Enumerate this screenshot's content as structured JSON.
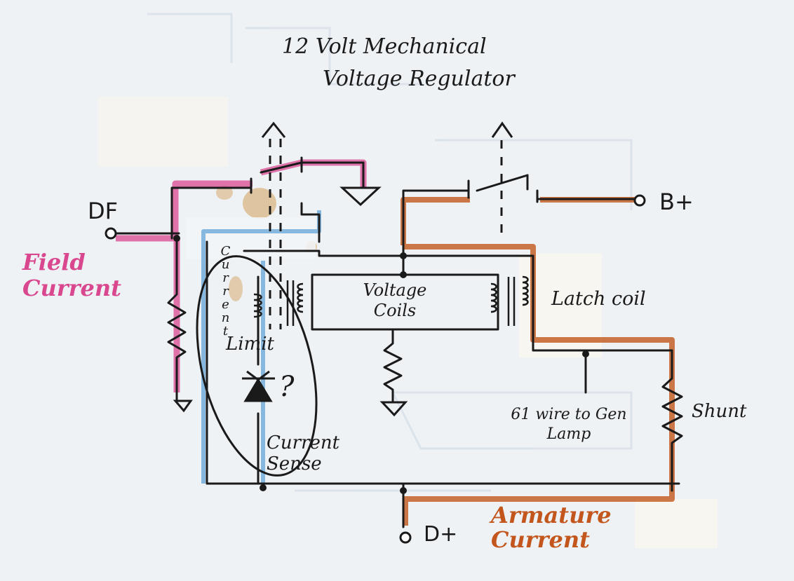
{
  "title_line1": "12 Volt Mechanical",
  "title_line2": "Voltage Regulator",
  "labels": {
    "df": "DF",
    "field_current": "Field Current",
    "b_plus": "B+",
    "voltage_coils": "Voltage Coils",
    "latch_coil": "Latch coil",
    "current_vertical": "Current",
    "limit": "Limit",
    "question": "?",
    "current_sense": "Current Sense",
    "gen_lamp": "61 wire to Gen Lamp",
    "shunt": "Shunt",
    "d_plus": "D+",
    "armature_current": "Armature Current"
  },
  "colors": {
    "paper": "#eef2f5",
    "ink": "#1a1a1a",
    "field": "#d9478f",
    "armature": "#c2561c",
    "sense": "#3f8fd0",
    "stain": "#c9a06a"
  }
}
